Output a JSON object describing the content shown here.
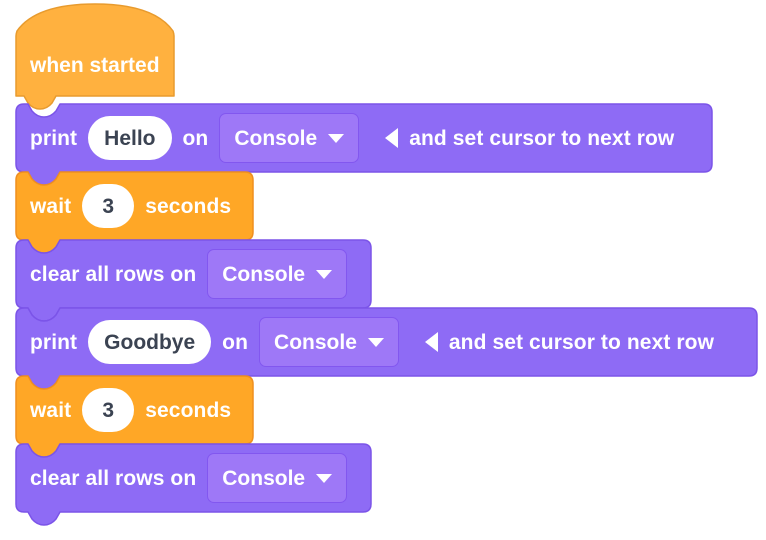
{
  "app": {
    "name": "block-editor-workspace",
    "background_color": "#ffffff"
  },
  "palette": {
    "event_block_color": "#ffb13f",
    "event_block_border": "#e89b2e",
    "control_block_color": "#ffa726",
    "control_block_border": "#ef8f1f",
    "console_block_color": "#8e6bf5",
    "console_block_border": "#7b54e8",
    "dropdown_fill": "#9e78f7",
    "dropdown_border": "#8257ef",
    "text_on_block": "#ffffff",
    "field_text_color": "#3b4352",
    "field_fill": "#ffffff"
  },
  "script": {
    "blocks": [
      {
        "id": "when-started",
        "kind": "hat",
        "category": "event",
        "label": "when started"
      },
      {
        "id": "print-hello",
        "kind": "statement",
        "category": "console",
        "parts": {
          "lead": "print",
          "value": "Hello",
          "mid": "on",
          "target": "Console",
          "caret": "chevron-down-icon",
          "arrow": "triangle-left-icon",
          "tail": "and set cursor to next row"
        }
      },
      {
        "id": "wait-1",
        "kind": "statement",
        "category": "control",
        "parts": {
          "lead": "wait",
          "value": "3",
          "tail": "seconds"
        }
      },
      {
        "id": "clear-rows-1",
        "kind": "statement",
        "category": "console",
        "parts": {
          "lead": "clear all rows on",
          "target": "Console",
          "caret": "chevron-down-icon"
        }
      },
      {
        "id": "print-goodbye",
        "kind": "statement",
        "category": "console",
        "parts": {
          "lead": "print",
          "value": "Goodbye",
          "mid": "on",
          "target": "Console",
          "caret": "chevron-down-icon",
          "arrow": "triangle-left-icon",
          "tail": "and set cursor to next row"
        }
      },
      {
        "id": "wait-2",
        "kind": "statement",
        "category": "control",
        "parts": {
          "lead": "wait",
          "value": "3",
          "tail": "seconds"
        }
      },
      {
        "id": "clear-rows-2",
        "kind": "statement",
        "category": "console",
        "parts": {
          "lead": "clear all rows on",
          "target": "Console",
          "caret": "chevron-down-icon"
        }
      }
    ]
  }
}
